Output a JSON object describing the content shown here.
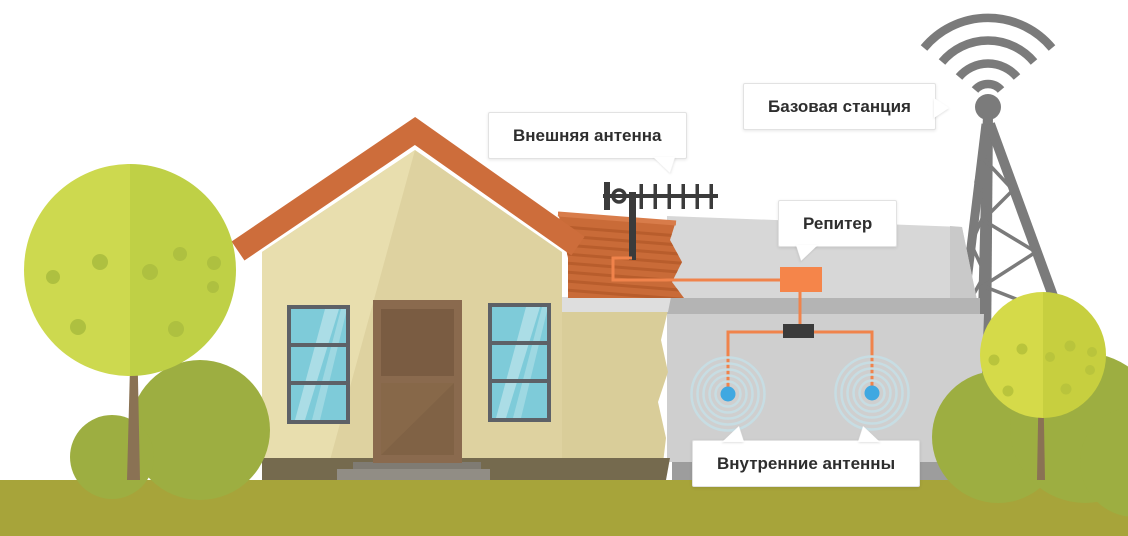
{
  "callouts": {
    "external_antenna": "Внешняя антенна",
    "base_station": "Базовая станция",
    "repeater": "Репитер",
    "internal_antennas": "Внутренние антенны"
  },
  "scene": {
    "type": "infographic-diagram",
    "subject": "cellular-repeater-system",
    "components": [
      "house",
      "external-antenna",
      "coax-cable",
      "repeater",
      "splitter",
      "internal-antenna",
      "internal-antenna",
      "base-station-tower",
      "signal-waves",
      "tree",
      "tree",
      "bush",
      "bush",
      "grass"
    ]
  },
  "colors": {
    "roof": "#cd6d3b",
    "roof_shingles": "#c96b38",
    "wall": "#ded2a0",
    "wall_shaded": "#d9cd99",
    "door": "#8a6a4e",
    "window_glass": "#7ecbd9",
    "grass": "#a7a43a",
    "foliage_light": "#cdd94f",
    "foliage_dark": "#bfd046",
    "bush": "#9dae41",
    "trunk": "#8a7254",
    "indoor_wall": "#cfcfcf",
    "indoor_roof": "#d7d7d7",
    "cable": "#f0834b",
    "repeater_box": "#f5854a",
    "splitter_box": "#3b3b3b",
    "antenna_dot": "#3fa8e1",
    "signal_rings": "#c7dde3",
    "tower": "#7b7b7b",
    "callout_bg": "#ffffff",
    "callout_border": "#e2e2e2",
    "text": "#2e2e2e"
  }
}
